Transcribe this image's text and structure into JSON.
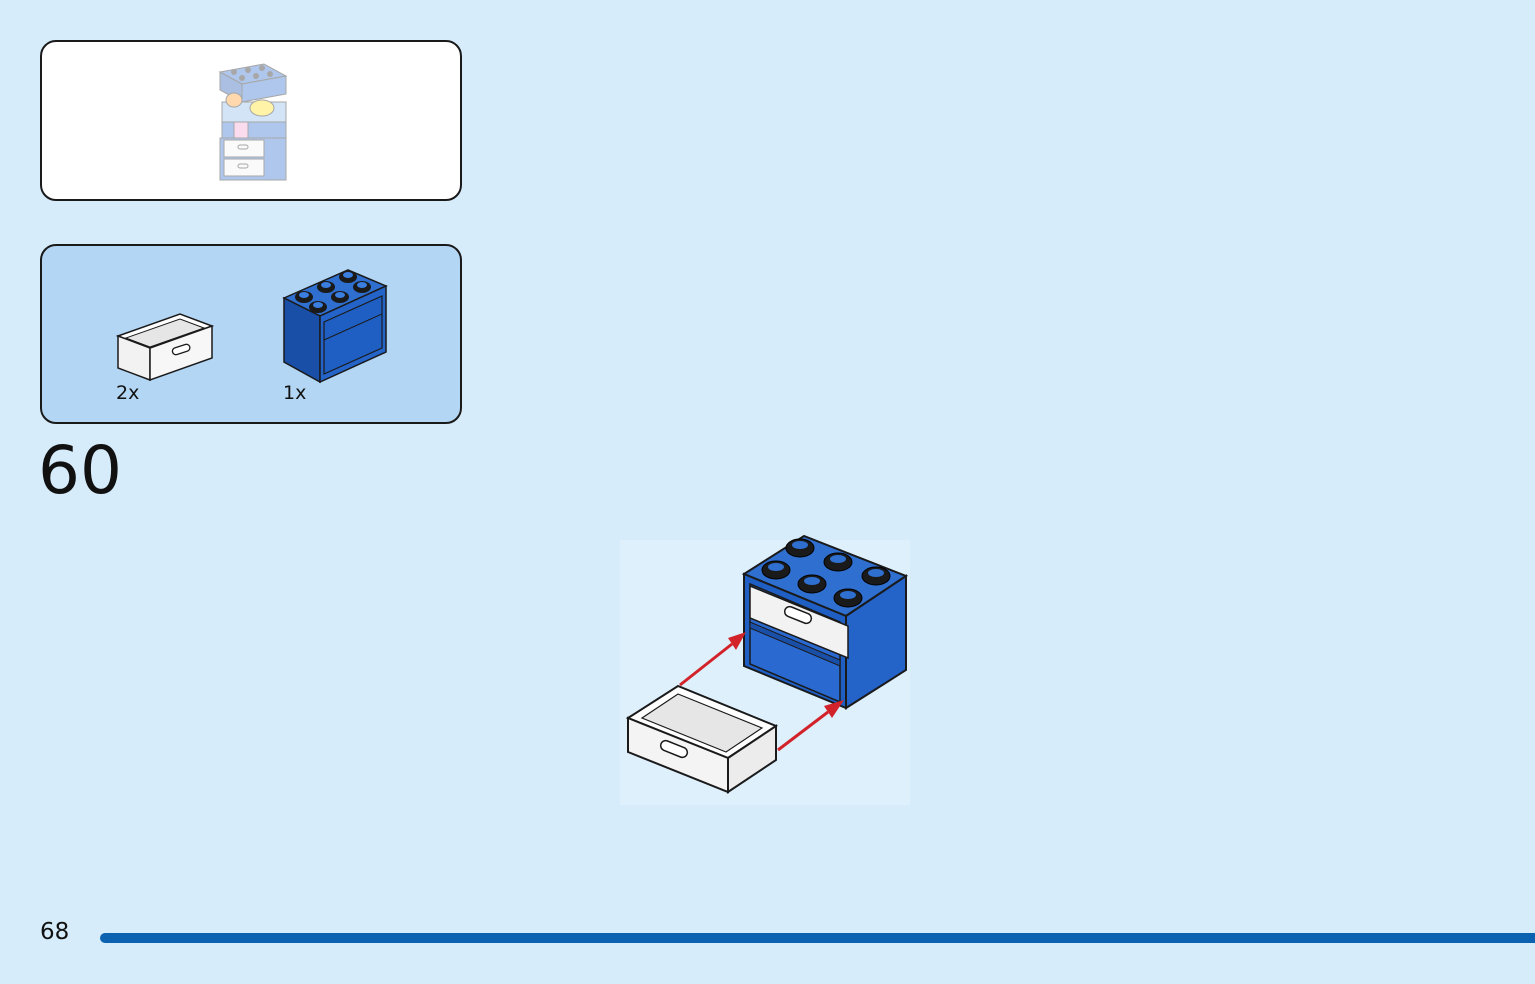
{
  "preview": {
    "icon": "assembled-model-faded-icon"
  },
  "parts_list": {
    "items": [
      {
        "icon": "white-drawer-icon",
        "quantity": "2x"
      },
      {
        "icon": "blue-cupboard-icon",
        "quantity": "1x"
      }
    ]
  },
  "step": {
    "number": "60",
    "icon": "drawer-insertion-illustration"
  },
  "footer": {
    "page_number": "68"
  },
  "colors": {
    "background": "#d6ecfb",
    "parts_panel": "#b3d6f4",
    "brick_blue": "#1f5fc4",
    "drawer_white": "#f4f4f4",
    "arrow_red": "#d2232a",
    "page_rule": "#0a62b0"
  }
}
